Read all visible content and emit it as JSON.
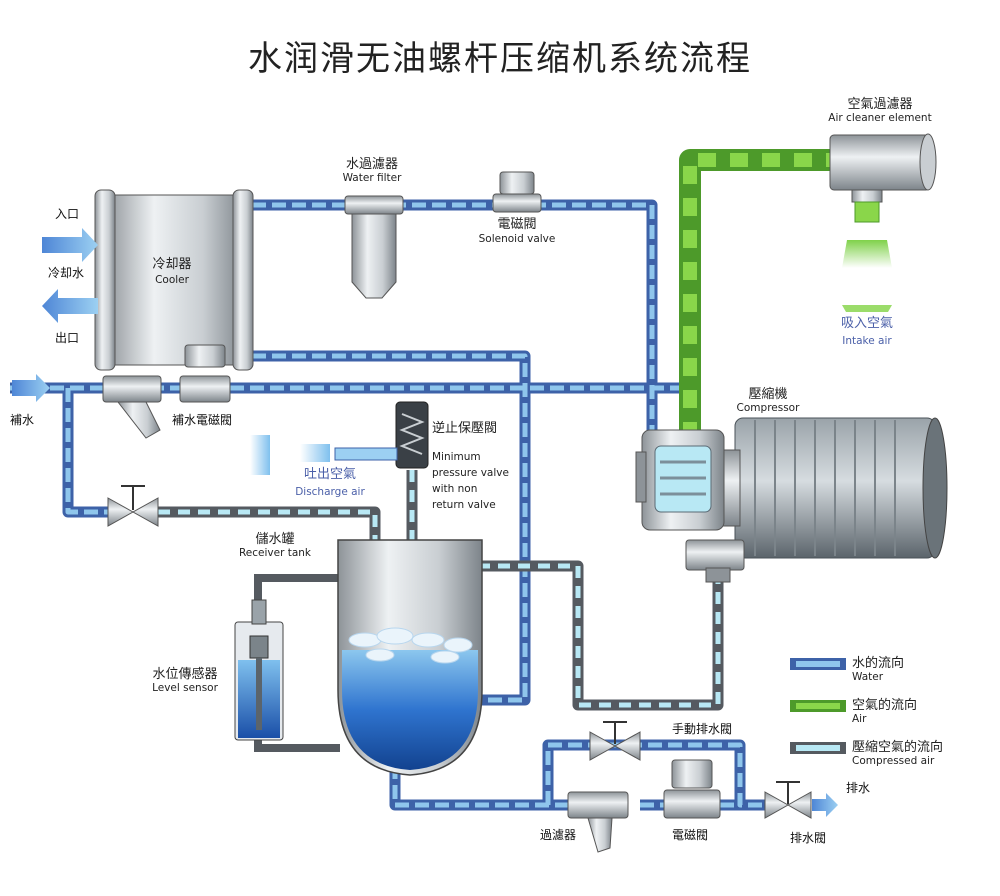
{
  "title": "水润滑无油螺杆压缩机系统流程",
  "colors": {
    "water_outer": "#3d62a8",
    "water_inner": "#8fc6ec",
    "air_outer": "#4d9a2a",
    "air_inner": "#8ad64a",
    "compressed_outer": "#555a60",
    "compressed_inner": "#b8e8f4",
    "steel_light": "#dfe3e6",
    "steel_dark": "#7b8288",
    "tank_water": "#1f5fbf",
    "accent_text": "#4a5fa8"
  },
  "labels": {
    "inlet": "入口",
    "cooling_water": "冷却水",
    "outlet": "出口",
    "cooler_zh": "冷却器",
    "cooler_en": "Cooler",
    "water_filter_zh": "水過濾器",
    "water_filter_en": "Water filter",
    "solenoid_zh": "電磁閥",
    "solenoid_en": "Solenoid valve",
    "air_cleaner_zh": "空氣過濾器",
    "air_cleaner_en": "Air cleaner element",
    "intake_zh": "吸入空氣",
    "intake_en": "Intake air",
    "compressor_zh": "壓縮機",
    "compressor_en": "Compressor",
    "makeup_water": "補水",
    "makeup_solenoid": "補水電磁閥",
    "discharge_zh": "吐出空氣",
    "discharge_en": "Discharge air",
    "mpv_zh": "逆止保壓閥",
    "mpv_en1": "Minimum",
    "mpv_en2": "pressure valve",
    "mpv_en3": "with non",
    "mpv_en4": "return valve",
    "receiver_zh": "儲水罐",
    "receiver_en": "Receiver tank",
    "level_zh": "水位傳感器",
    "level_en": "Level sensor",
    "manual_drain": "手動排水閥",
    "filter_bottom": "過濾器",
    "solenoid_bottom": "電磁閥",
    "drain": "排水",
    "drain_valve": "排水閥"
  },
  "legend": {
    "water_zh": "水的流向",
    "water_en": "Water",
    "air_zh": "空氣的流向",
    "air_en": "Air",
    "compressed_zh": "壓縮空氣的流向",
    "compressed_en": "Compressed air"
  }
}
